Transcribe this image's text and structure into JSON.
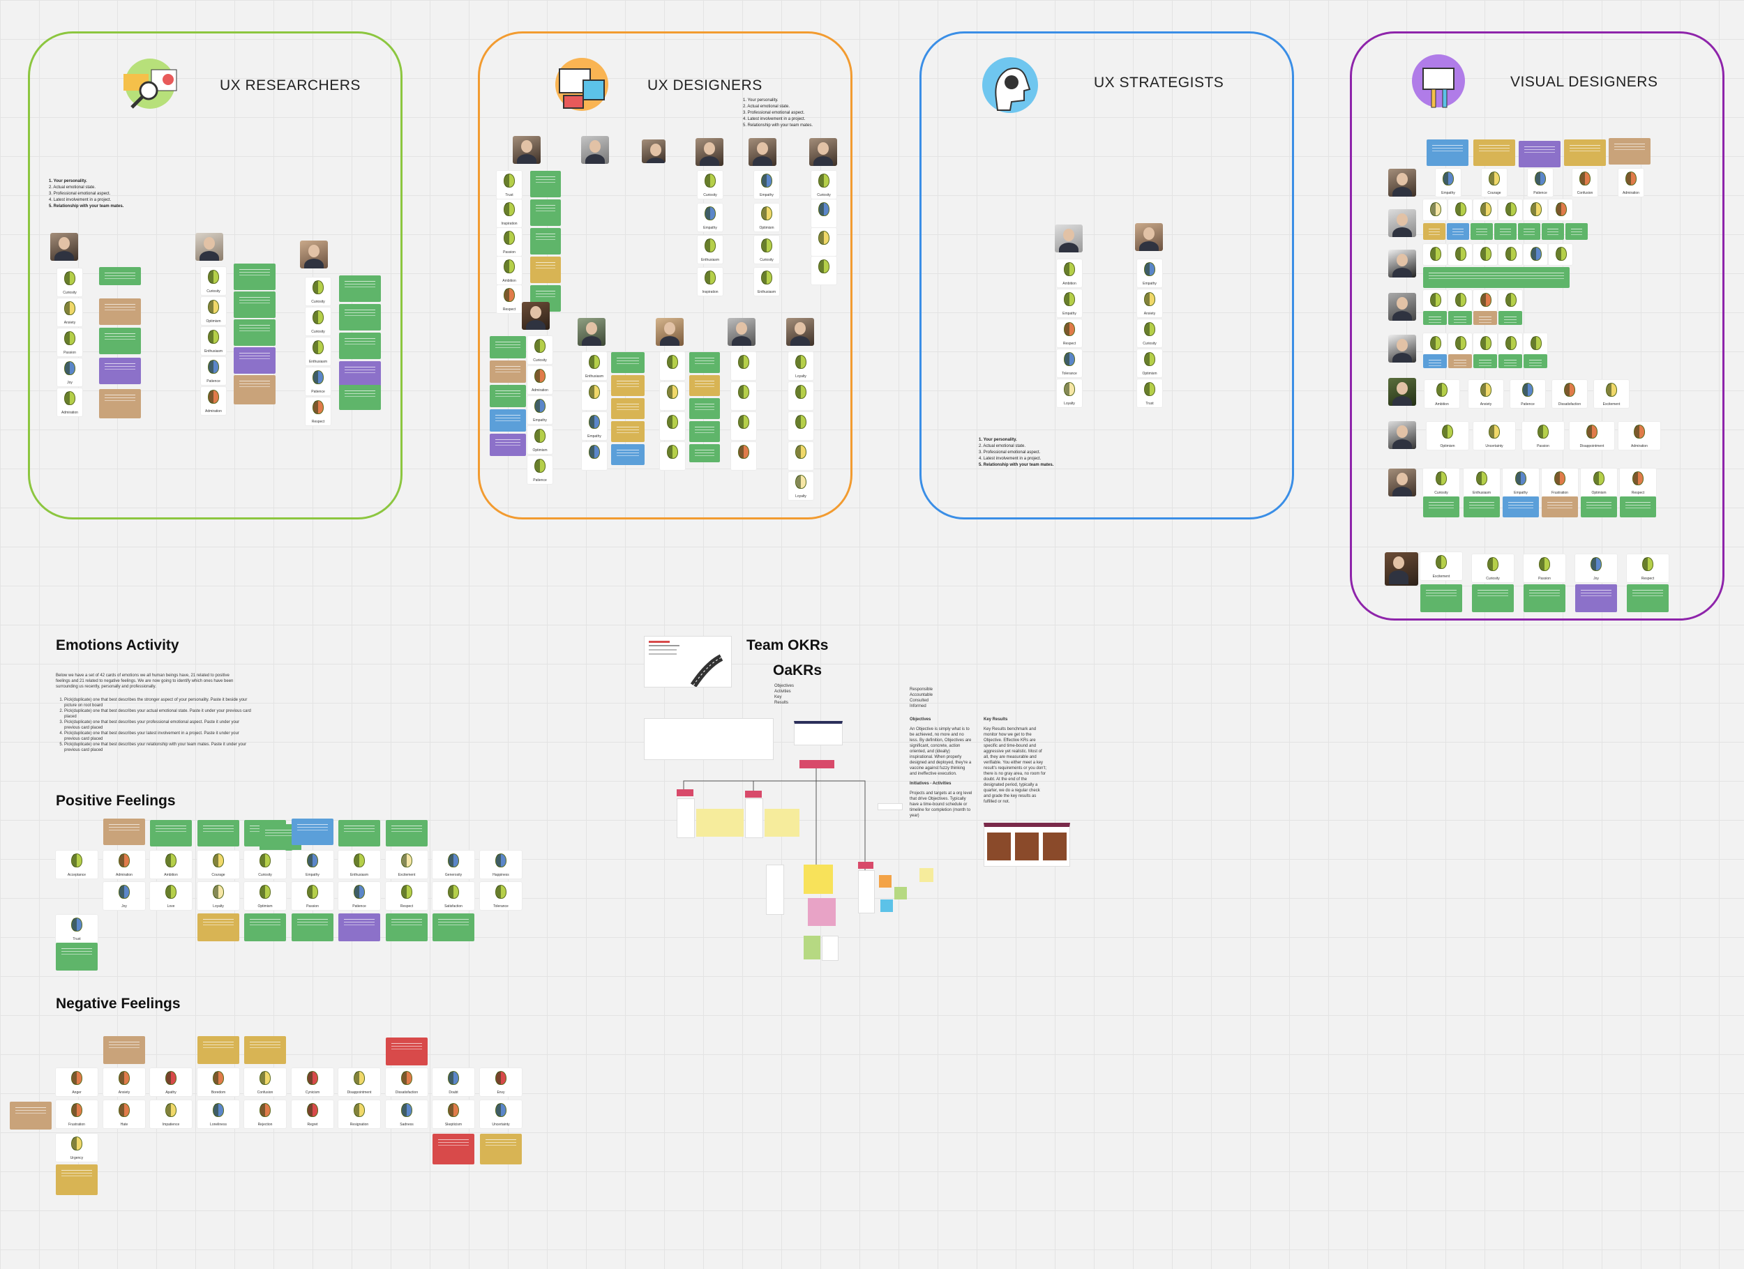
{
  "frames": {
    "researchers": {
      "title": "UX RESEARCHERS",
      "instructions": [
        "1. Your personality.",
        "2. Actual emotional state.",
        "3. Professional emotional aspect.",
        "4. Latest involvement in a project.",
        "5. Relationship with your team mates."
      ],
      "cards": [
        "Curiosity",
        "Anxiety",
        "Passion",
        "Joy",
        "Admiration",
        "Curiosity",
        "Optimism",
        "Enthusiasm",
        "Patience",
        "Admiration",
        "Curiosity",
        "Curiosity",
        "Enthusiasm",
        "Patience",
        "Respect"
      ]
    },
    "designers": {
      "title": "UX DESIGNERS",
      "instructions": [
        "1. Your personality.",
        "2. Actual emotional state.",
        "3. Professional emotional aspect.",
        "4. Latest involvement in a project.",
        "5. Relationship with your team mates."
      ],
      "cards": [
        "Trust",
        "Inspiration",
        "Passion",
        "Ambition",
        "Respect",
        "Curiosity",
        "Empathy",
        "Enthusiasm",
        "Inspiration",
        "Empathy",
        "Optimism",
        "Curiosity",
        "Enthusiasm",
        "Curiosity",
        "Admiration",
        "Empathy",
        "Optimism",
        "Patience",
        "Enthusiasm",
        "Empathy",
        "Loyalty"
      ]
    },
    "strategists": {
      "title": "UX STRATEGISTS",
      "instructions": [
        "1. Your personality.",
        "2. Actual emotional state.",
        "3. Professional emotional aspect.",
        "4. Latest involvement in a project.",
        "5. Relationship with your team mates."
      ],
      "cards": [
        "Ambition",
        "Empathy",
        "Respect",
        "Tolerance",
        "Loyalty",
        "Empathy",
        "Anxiety",
        "Curiosity",
        "Optimism",
        "Trust"
      ]
    },
    "visual": {
      "title": "VISUAL DESIGNERS",
      "cards": [
        "Empathy",
        "Courage",
        "Patience",
        "Confusion",
        "Admiration",
        "Ambition",
        "Anxiety",
        "Patience",
        "Dissatisfaction",
        "Excitement",
        "Optimism",
        "Uncertainty",
        "Passion",
        "Disappointment",
        "Admiration",
        "Curiosity",
        "Enthusiasm",
        "Empathy",
        "Frustration",
        "Optimism",
        "Respect",
        "Excitement",
        "Curiosity",
        "Passion",
        "Joy",
        "Respect"
      ]
    }
  },
  "emotions_activity": {
    "title": "Emotions Activity",
    "intro": "Below we have a set of 42 cards of emotions we all human beings have, 21 related to positive feelings and 21 related to negative feelings. We are now going to identify which ones have been surrounding us recently, personally and professionally.",
    "steps": [
      "Pick(duplicate) one that best describes the stronger aspect of your personality. Paste it beside your picture on root board",
      "Pick(duplicate) one that best describes your actual emotional state. Paste it under your previous card placed",
      "Pick(duplicate) one that best describes your professional emotional aspect. Paste it under your previous card placed",
      "Pick(duplicate) one that best describes your latest involvement in a project. Paste it under your previous card placed",
      "Pick(duplicate) one that best describes your relationship with your team mates. Paste it under your previous card placed"
    ]
  },
  "positive": {
    "title": "Positive Feelings",
    "cards": [
      "Acceptance",
      "Admiration",
      "Ambition",
      "Courage",
      "Curiosity",
      "Empathy",
      "Enthusiasm",
      "Excitement",
      "Generosity",
      "Happiness",
      "Joy",
      "Love",
      "Loyalty",
      "Optimism",
      "Passion",
      "Patience",
      "Respect",
      "Satisfaction",
      "Tolerance",
      "Trust"
    ]
  },
  "negative": {
    "title": "Negative Feelings",
    "cards": [
      "Anger",
      "Anxiety",
      "Apathy",
      "Boredom",
      "Confusion",
      "Cynicism",
      "Disappointment",
      "Dissatisfaction",
      "Doubt",
      "Envy",
      "Frustration",
      "Hate",
      "Impatience",
      "Loneliness",
      "Rejection",
      "Regret",
      "Resignation",
      "Sadness",
      "Skepticism",
      "Uncertainty",
      "Urgency"
    ]
  },
  "okr": {
    "team_title": "Team OKRs",
    "oakrs_title": "OaKRs",
    "oakrs_legend": [
      "Objectives",
      "Activities",
      "Key",
      "Results"
    ],
    "raci": [
      "Responsible",
      "Accountable",
      "Consulted",
      "Informed"
    ],
    "objectives_title": "Objectives",
    "objectives_text": "An Objective is simply what is to be achieved, no more and no less. By definition, Objectives are significant, concrete, action oriented, and (ideally) inspirational. When properly designed and deployed, they're a vaccine against fuzzy thinking and ineffective execution.",
    "initiatives_title": "Initiatives - Activities",
    "initiatives_text": "Projects and targets at a org level that drive Objectives. Typically have a time-bound schedule or timeline for completion (month to year)",
    "kr_title": "Key Results",
    "kr_text": "Key Results benchmark and monitor how we get to the Objective. Effective KRs are specific and time-bound and aggressive yet realistic. Most of all, they are measurable and verifiable. You either meet a key result's requirements or you don't; there is no gray area, no room for doubt. At the end of the designated period, typically a quarter, we do a regular check and grade the key results as fulfilled or not."
  },
  "colors": {
    "researchers": "#8cc63f",
    "designers": "#f29b30",
    "strategists": "#3a8ee6",
    "visual": "#8e24aa"
  }
}
